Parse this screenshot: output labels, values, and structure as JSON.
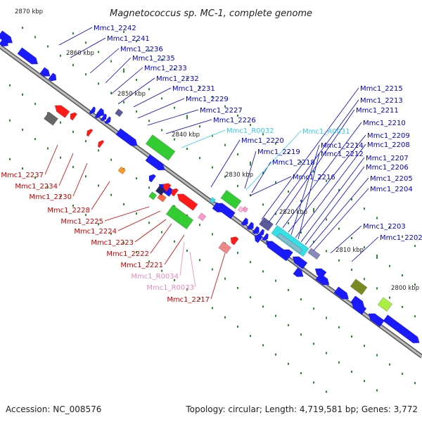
{
  "title": "Magnetococcus sp. MC-1, complete genome",
  "accession": "Accession: NC_008576",
  "summary": "Topology: circular; Length: 4,719,581 bp; Genes: 3,772",
  "colors": {
    "blue": "#1a1aff",
    "red": "#ff1a1a",
    "green": "#33cc33",
    "cyan": "#33e0e8",
    "pink": "#ff99cc",
    "slate": "#5a5a9a",
    "olive": "#7a8a22",
    "lime": "#aaee44",
    "grey": "#666666",
    "orange": "#ff9922",
    "label_blue": "#0000cc",
    "label_red": "#cc0000",
    "label_cyan": "#33ccee",
    "label_pink": "#ee88bb",
    "tick_green": "#2a8a2a"
  },
  "kbp_labels": [
    "2870 kbp",
    "2860 kbp",
    "2850 kbp",
    "2840 kbp",
    "2830 kbp",
    "2820 kbp",
    "2810 kbp",
    "2800 kbp"
  ],
  "labels_upper": [
    "Mmc1_2242",
    "Mmc1_2241",
    "Mmc1_2236",
    "Mmc1_2235",
    "Mmc1_2233",
    "Mmc1_2232",
    "Mmc1_2231",
    "Mmc1_2229",
    "Mmc1_2227",
    "Mmc1_2226",
    "Mmc1_R0032",
    "Mmc1_2220",
    "Mmc1_2219",
    "Mmc1_2218",
    "Mmc1_R0031",
    "Mmc1_2216"
  ],
  "labels_right": [
    "Mmc1_2215",
    "Mmc1_2213",
    "Mmc1_2211",
    "Mmc1_2210",
    "Mmc1_2209",
    "Mmc1_2214",
    "Mmc1_2208",
    "Mmc1_2212",
    "Mmc1_2207",
    "Mmc1_2206",
    "Mmc1_2205",
    "Mmc1_2204",
    "Mmc1_2203",
    "Mmc1_2202"
  ],
  "labels_lower": [
    "Mmc1_2237",
    "Mmc1_2234",
    "Mmc1_2230",
    "Mmc1_2228",
    "Mmc1_2225",
    "Mmc1_2224",
    "Mmc1_2223",
    "Mmc1_2222",
    "Mmc1_2221",
    "Mmc1_R0034",
    "Mmc1_R0033",
    "Mmc1_2217"
  ]
}
